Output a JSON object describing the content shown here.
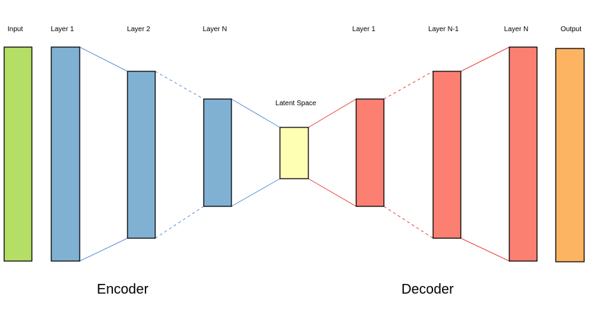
{
  "labels": {
    "input": "Input",
    "enc_layer1": "Layer 1",
    "enc_layer2": "Layer 2",
    "enc_layerN": "Layer N",
    "latent": "Latent Space",
    "dec_layer1": "Layer 1",
    "dec_layerN1": "Layer N-1",
    "dec_layerN": "Layer N",
    "output": "Output",
    "encoder": "Encoder",
    "decoder": "Decoder"
  },
  "colors": {
    "input": "#b5de66",
    "encoder_block": "#80b1d3",
    "latent": "#ffffb3",
    "decoder_block": "#fb8072",
    "output": "#fdb462",
    "encoder_line": "#5b8fd6",
    "decoder_line": "#e8433a",
    "block_border": "#000000"
  }
}
